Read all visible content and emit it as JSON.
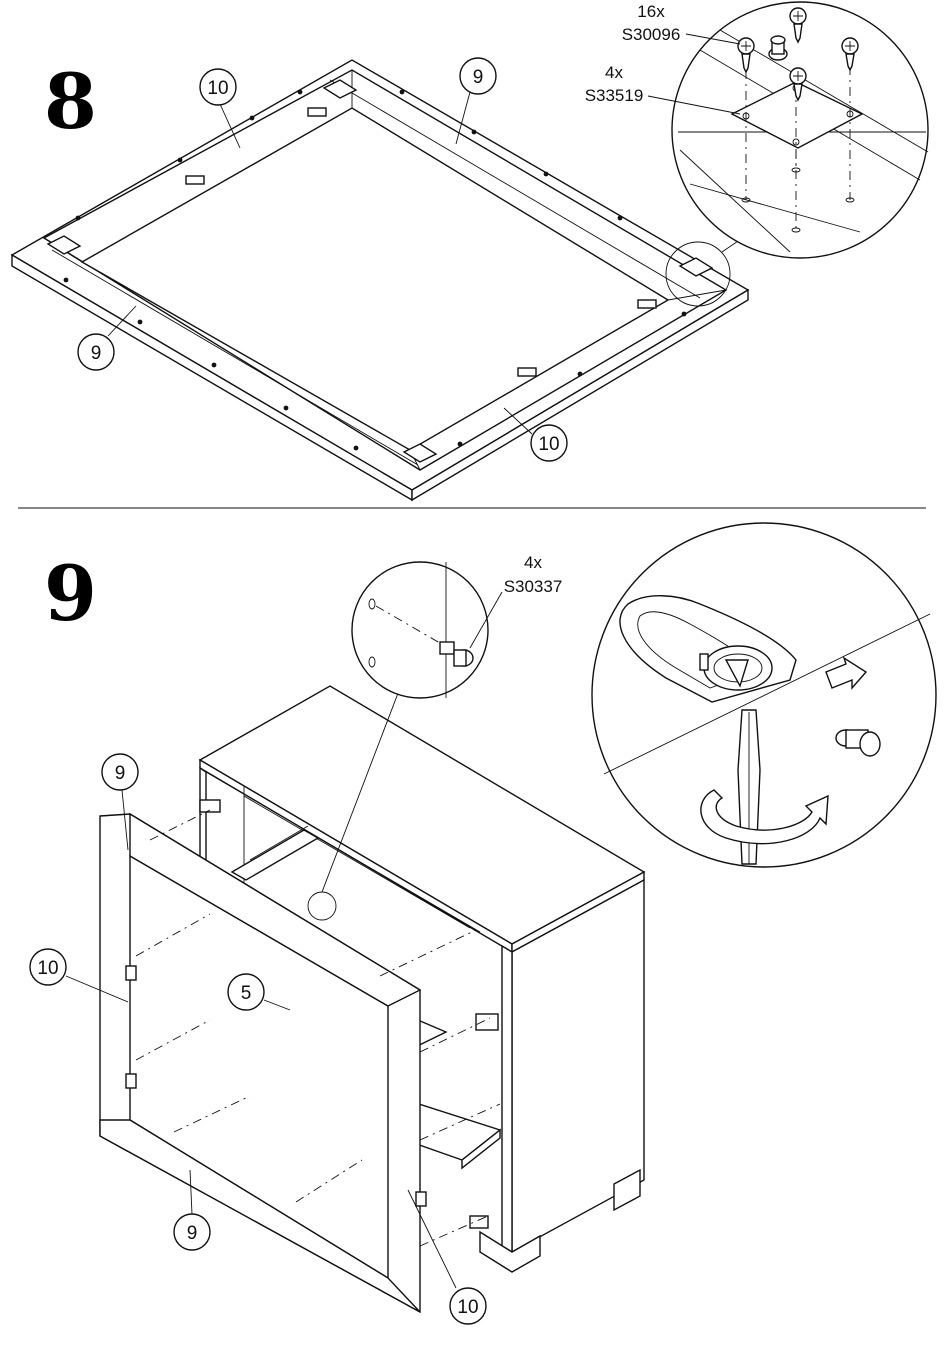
{
  "steps": [
    {
      "number": "8",
      "hardware": [
        {
          "qty": "16x",
          "code": "S30096"
        },
        {
          "qty": "4x",
          "code": "S33519"
        }
      ],
      "parts": {
        "rail_top": "10",
        "rail_right": "9",
        "rail_left": "9",
        "rail_bottom": "10"
      }
    },
    {
      "number": "9",
      "hardware": [
        {
          "qty": "4x",
          "code": "S30337"
        }
      ],
      "parts": {
        "frame_top": "9",
        "frame_side": "10",
        "shelf": "5",
        "frame_bottom": "9",
        "frame_side_right": "10"
      }
    }
  ],
  "icons": {
    "screw": "screw-icon",
    "connector_plate": "connector-plate-icon",
    "pin": "pin-icon",
    "screwdriver": "screwdriver-icon",
    "rotate_arrow": "rotate-arrow-icon",
    "insert_arrow": "insert-arrow-icon"
  }
}
